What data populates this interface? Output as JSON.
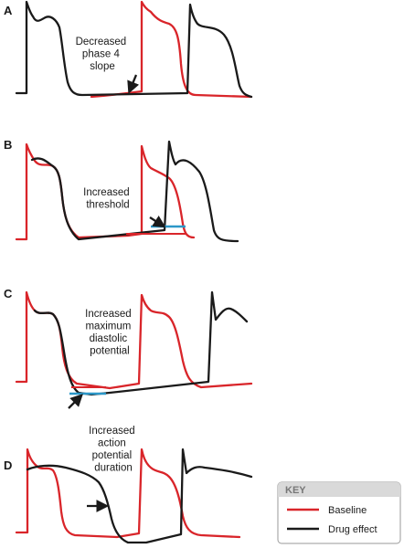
{
  "colors": {
    "baseline": "#d9252a",
    "drug_effect": "#1a1a1a",
    "threshold_marker": "#2b97c8",
    "key_header_bg": "#d9d9d9",
    "key_header_text": "#777777",
    "key_border": "#9a9a9a"
  },
  "panels": [
    {
      "letter": "A",
      "annotation": [
        "Decreased",
        "phase 4",
        "slope"
      ]
    },
    {
      "letter": "B",
      "annotation": [
        "Increased",
        "threshold"
      ]
    },
    {
      "letter": "C",
      "annotation": [
        "Increased",
        "maximum",
        "diastolic",
        "potential"
      ]
    },
    {
      "letter": "D",
      "annotation": [
        "Increased",
        "action",
        "potential",
        "duration"
      ]
    }
  ],
  "key": {
    "title": "KEY",
    "items": [
      {
        "label": "Baseline",
        "series": "baseline"
      },
      {
        "label": "Drug effect",
        "series": "drug_effect"
      }
    ]
  },
  "icons": {
    "pointer": "arrow-icon"
  }
}
